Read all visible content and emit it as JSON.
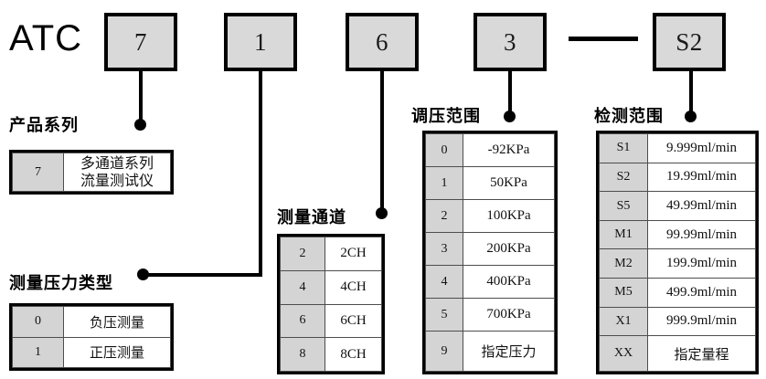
{
  "model": {
    "prefix": "ATC",
    "boxes": [
      {
        "name": "series",
        "value": "7"
      },
      {
        "name": "pressure-type",
        "value": "1"
      },
      {
        "name": "channel",
        "value": "6"
      },
      {
        "name": "pressure-range",
        "value": "3"
      },
      {
        "name": "detection-range",
        "value": "S2"
      }
    ],
    "separator": "—"
  },
  "sections": {
    "product_series": {
      "caption": "产品系列",
      "rows": [
        {
          "code": "7",
          "desc": "多通道系列\n流量测试仪",
          "desc_line1": "多通道系列",
          "desc_line2": "流量测试仪"
        }
      ]
    },
    "pressure_type": {
      "caption": "测量压力类型",
      "rows": [
        {
          "code": "0",
          "desc": "负压测量"
        },
        {
          "code": "1",
          "desc": "正压测量"
        }
      ]
    },
    "measure_channel": {
      "caption": "测量通道",
      "rows": [
        {
          "code": "2",
          "desc": "2CH"
        },
        {
          "code": "4",
          "desc": "4CH"
        },
        {
          "code": "6",
          "desc": "6CH"
        },
        {
          "code": "8",
          "desc": "8CH"
        }
      ]
    },
    "pressure_range": {
      "caption": "调压范围",
      "rows": [
        {
          "code": "0",
          "desc": "-92KPa"
        },
        {
          "code": "1",
          "desc": "50KPa"
        },
        {
          "code": "2",
          "desc": "100KPa"
        },
        {
          "code": "3",
          "desc": "200KPa"
        },
        {
          "code": "4",
          "desc": "400KPa"
        },
        {
          "code": "5",
          "desc": "700KPa"
        },
        {
          "code": "9",
          "desc": "指定压力"
        }
      ]
    },
    "detection_range": {
      "caption": "检测范围",
      "rows": [
        {
          "code": "S1",
          "desc": "9.999ml/min"
        },
        {
          "code": "S2",
          "desc": "19.99ml/min"
        },
        {
          "code": "S5",
          "desc": "49.99ml/min"
        },
        {
          "code": "M1",
          "desc": "99.99ml/min"
        },
        {
          "code": "M2",
          "desc": "199.9ml/min"
        },
        {
          "code": "M5",
          "desc": "499.9ml/min"
        },
        {
          "code": "X1",
          "desc": "999.9ml/min"
        },
        {
          "code": "XX",
          "desc": "指定量程"
        }
      ]
    }
  },
  "colors": {
    "box_fill": "#d9d9d9",
    "code_cell_fill": "#d4d4d4",
    "line": "#000000",
    "background": "#ffffff"
  }
}
